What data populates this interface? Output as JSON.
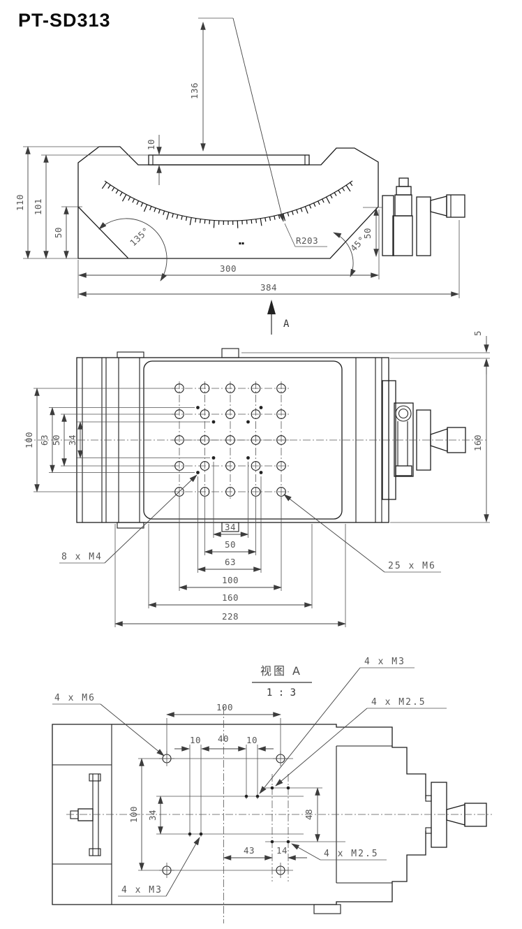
{
  "title": "PT-SD313",
  "front": {
    "d136": "136",
    "d10": "10",
    "d110": "110",
    "d101": "101",
    "d50l": "50",
    "a135": "135°",
    "r203": "R203",
    "a45": "45°",
    "d50r": "50",
    "d300": "300",
    "d384": "384",
    "brand": "▪▪"
  },
  "top": {
    "dl100": "100",
    "dl63": "63",
    "dl50": "50",
    "dl34": "34",
    "db34": "34",
    "db50": "50",
    "db63": "63",
    "db100": "100",
    "db160": "160",
    "db228": "228",
    "dr5": "5",
    "dr160": "160",
    "m4_label": "8 x M4",
    "m6_label": "25 x M6",
    "section": "A"
  },
  "bottom": {
    "view_label": "视图 A",
    "scale_label": "1 : 3",
    "m6_label": "4 x M6",
    "m3_top": "4 x M3",
    "m25_top": "4 x M2.5",
    "m25_right": "4 x M2.5",
    "m3_bottom": "4 x M3",
    "d100t": "100",
    "d10a": "10",
    "d40": "40",
    "d10b": "10",
    "d100l": "100",
    "d34": "34",
    "d48": "48",
    "d43": "43",
    "d14": "14"
  }
}
